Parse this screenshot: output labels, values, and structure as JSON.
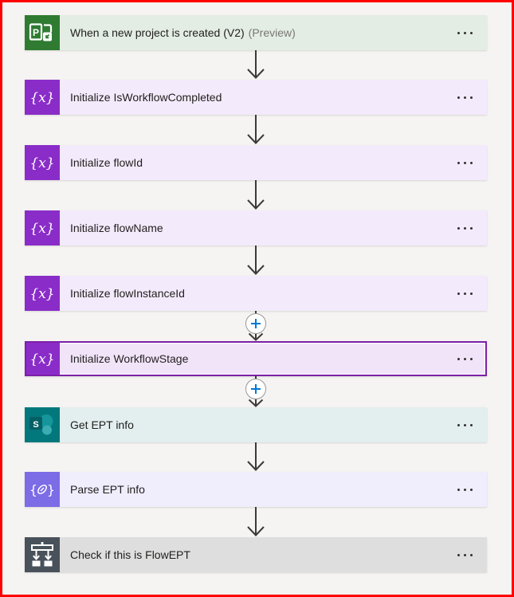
{
  "app": {
    "name": "Flow designer canvas",
    "frame_color": "#fe0000",
    "canvas_bg": "#f5f4f2"
  },
  "colors": {
    "arrow": "#3b3a39",
    "plus_sign": "#0078d4",
    "plus_circle_border": "#999795",
    "selected_border": "#7c1fa8",
    "label_text": "#201f1e",
    "preview_text": "#797775",
    "ellipsis": "#323130"
  },
  "menu": {
    "icon": "ellipsis-icon",
    "aria_label": "Menu"
  },
  "insert": {
    "icon": "plus-icon",
    "aria_label": "Insert a new step"
  },
  "steps": [
    {
      "title": "When a new project is created (V2)",
      "subtitle": "(Preview)",
      "icon": "project-icon",
      "icon_bg": "#2f7b32",
      "card_bg": "#e3ede3",
      "selected": false,
      "connector_after": "arrow"
    },
    {
      "title": "Initialize IsWorkflowCompleted",
      "subtitle": "",
      "icon": "variable-icon",
      "icon_bg": "#8a2dc8",
      "card_bg": "#f3eafb",
      "selected": false,
      "connector_after": "arrow"
    },
    {
      "title": "Initialize flowId",
      "subtitle": "",
      "icon": "variable-icon",
      "icon_bg": "#8a2dc8",
      "card_bg": "#f3eafb",
      "selected": false,
      "connector_after": "arrow"
    },
    {
      "title": "Initialize flowName",
      "subtitle": "",
      "icon": "variable-icon",
      "icon_bg": "#8a2dc8",
      "card_bg": "#f3eafb",
      "selected": false,
      "connector_after": "arrow"
    },
    {
      "title": "Initialize flowInstanceId",
      "subtitle": "",
      "icon": "variable-icon",
      "icon_bg": "#8a2dc8",
      "card_bg": "#f3eafb",
      "selected": false,
      "connector_after": "plus-arrow"
    },
    {
      "title": "Initialize WorkflowStage",
      "subtitle": "",
      "icon": "variable-icon",
      "icon_bg": "#8a2dc8",
      "card_bg": "#f1e4f9",
      "selected": true,
      "connector_after": "plus-arrow"
    },
    {
      "title": "Get EPT info",
      "subtitle": "",
      "icon": "sharepoint-icon",
      "icon_bg": "#03787c",
      "card_bg": "#e3eeee",
      "selected": false,
      "connector_after": "arrow"
    },
    {
      "title": "Parse EPT info",
      "subtitle": "",
      "icon": "parse-json-icon",
      "icon_bg": "#7c6ce6",
      "card_bg": "#f0edfc",
      "selected": false,
      "connector_after": "arrow"
    },
    {
      "title": "Check if this is FlowEPT",
      "subtitle": "",
      "icon": "condition-icon",
      "icon_bg": "#49525b",
      "card_bg": "#dedede",
      "selected": false,
      "connector_after": "none"
    }
  ]
}
